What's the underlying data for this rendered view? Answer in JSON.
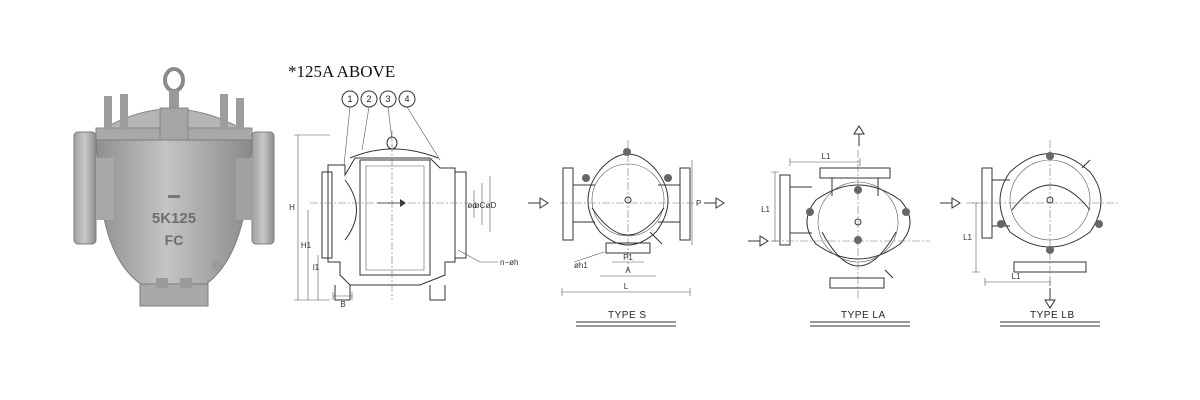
{
  "note": "*125A ABOVE",
  "photo": {
    "cast_size": "5K125",
    "cast_material": "FC"
  },
  "section": {
    "callouts": [
      "1",
      "2",
      "3",
      "4"
    ],
    "dims": {
      "H": "H",
      "H1": "H1",
      "l1": "l1",
      "B": "B",
      "phi_d": "ød",
      "phi_C": "øC",
      "phi_D": "øD",
      "n_phi_h": "n−øh"
    }
  },
  "type_s": {
    "label": "TYPE S",
    "dims": {
      "L": "L",
      "A": "A",
      "P1": "P1",
      "phi_h1": "øh1",
      "P": "P"
    }
  },
  "type_la": {
    "label": "TYPE LA",
    "dims": {
      "L1_top": "L1",
      "L1_side": "L1"
    }
  },
  "type_lb": {
    "label": "TYPE LB",
    "dims": {
      "L1_bottom": "L1",
      "L1_side": "L1"
    }
  }
}
